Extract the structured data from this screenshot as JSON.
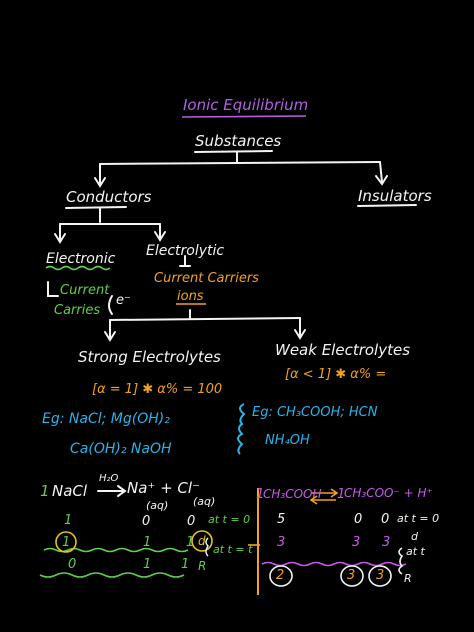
{
  "colors": {
    "background": "#000000",
    "chalk_white": "#f4f4f4",
    "title_purple": "#b160e0",
    "orange": "#f2a21c",
    "blue": "#27b4ea",
    "green": "#5fd04a",
    "magenta": "#c45be6",
    "yellow": "#e8c21c"
  },
  "title": "Ionic Equilibrium",
  "tree": {
    "root": "Substances",
    "conductors": "Conductors",
    "insulators": "Insulators",
    "electronic": "Electronic",
    "electronic_note_1": "Current",
    "electronic_note_2": "Carries",
    "electron_symbol": "e⁻",
    "electrolytic": "Electrolytic",
    "electrolytic_note_1": "Current Carriers",
    "electrolytic_note_2": "ions",
    "strong": "Strong Electrolytes",
    "strong_alpha": "[α = 1] ✱ α% = 100",
    "weak": "Weak Electrolytes",
    "weak_alpha": "[α < 1] ✱ α% ="
  },
  "examples": {
    "strong_line1": "Eg: NaCl; Mg(OH)₂",
    "strong_line2": "Ca(OH)₂  NaOH",
    "weak_line1": "Eg: CH₃COOH; HCN",
    "weak_line2": "NH₄OH"
  },
  "nacl": {
    "coeff": "1",
    "equation": "NaCl",
    "over_arrow": "H₂O",
    "products": "Na⁺ + Cl⁻",
    "aq1": "(aq)",
    "aq2": "(aq)",
    "row1": [
      "1",
      "0",
      "0"
    ],
    "row1_label": "at t = 0",
    "row2": [
      "1",
      "1",
      "1"
    ],
    "row2_label": "at t = t",
    "row2_d": "d",
    "row3": [
      "0",
      "1",
      "1"
    ],
    "row3_label": "R"
  },
  "acetic": {
    "coeff": "1",
    "reactant": "CH₃COOH",
    "coeff2": "1",
    "products": "CH₃COO⁻ + H⁺",
    "row1": [
      "5",
      "0",
      "0"
    ],
    "row1_label": "at t = 0",
    "row2": [
      "3",
      "3",
      "3"
    ],
    "row2_label_d": "d",
    "row2_label": "at t",
    "row3": [
      "2",
      "3",
      "3"
    ],
    "row3_label": "R"
  }
}
